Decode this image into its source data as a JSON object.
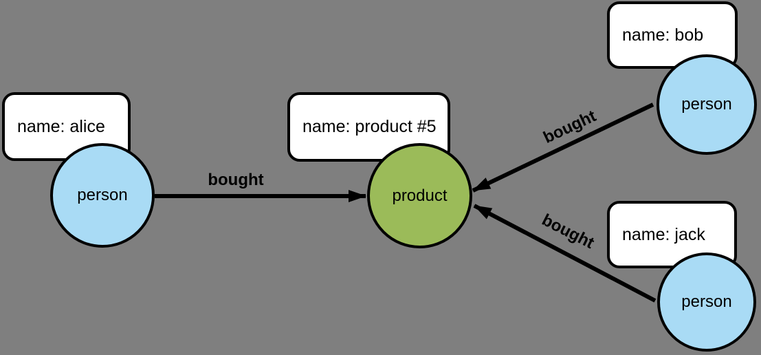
{
  "diagram": {
    "background_color": "#7F7F7F",
    "edge_color": "#000000",
    "nodes": [
      {
        "id": "person-alice",
        "label": "person",
        "fill": "#A9DBF5",
        "property": "name: alice"
      },
      {
        "id": "product",
        "label": "product",
        "fill": "#9BBB59",
        "property": "name: product #5"
      },
      {
        "id": "person-bob",
        "label": "person",
        "fill": "#A9DBF5",
        "property": "name: bob"
      },
      {
        "id": "person-jack",
        "label": "person",
        "fill": "#A9DBF5",
        "property": "name: jack"
      }
    ],
    "edges": [
      {
        "label": "bought",
        "from": "person-alice",
        "to": "product"
      },
      {
        "label": "bought",
        "from": "person-bob",
        "to": "product"
      },
      {
        "label": "bought",
        "from": "person-jack",
        "to": "product"
      }
    ]
  }
}
